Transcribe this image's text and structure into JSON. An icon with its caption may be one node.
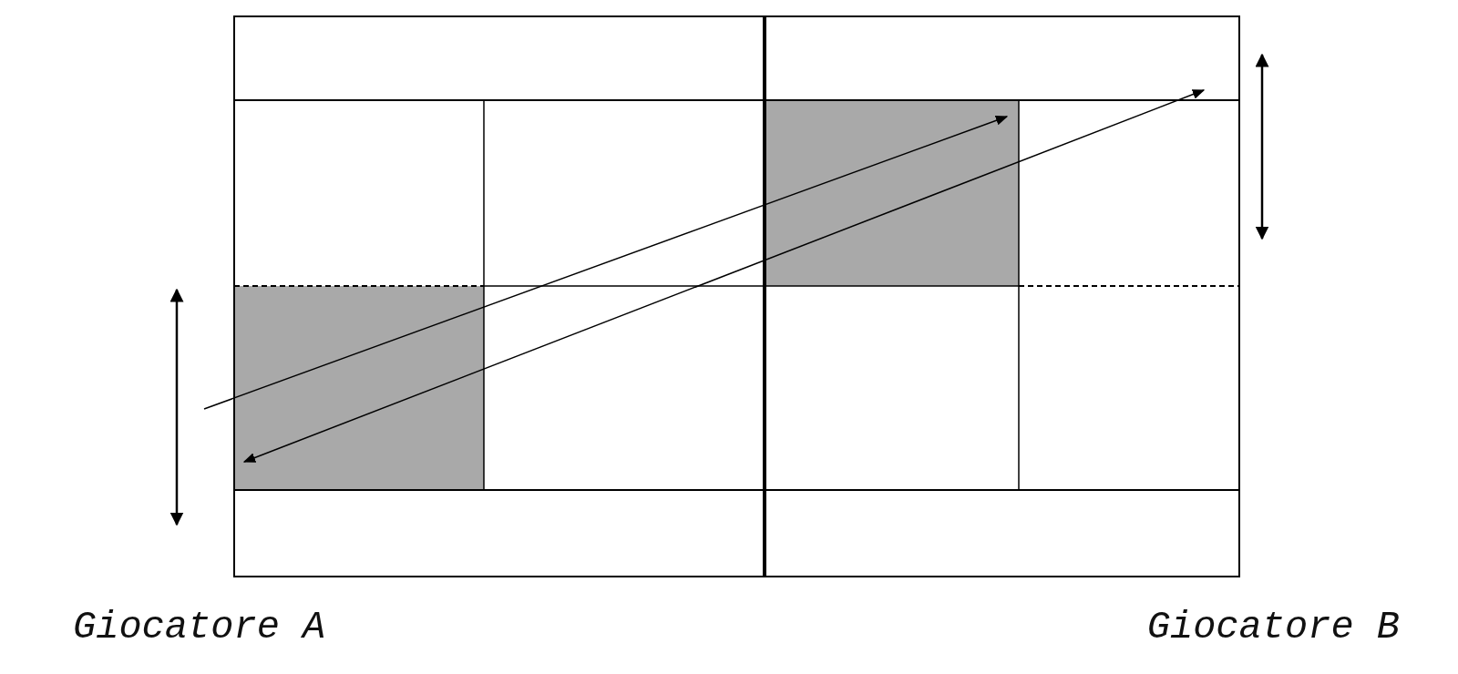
{
  "diagram": {
    "nodes": [
      {
        "text": [],
        "shape": "box"
      },
      {
        "text": [],
        "shape": "box"
      }
    ],
    "edges": [
      {
        "from": null,
        "to": 1,
        "arrow": "to"
      },
      {
        "from": null,
        "to": 0,
        "arrow": "both"
      }
    ],
    "labels": [
      "Giocatore A",
      "Giocatore B"
    ]
  }
}
